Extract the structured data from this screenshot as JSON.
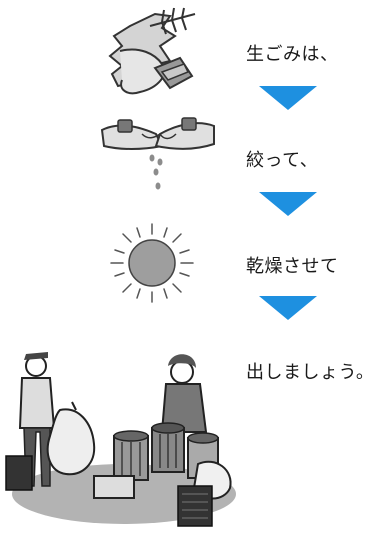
{
  "steps": [
    {
      "text": "生ごみは、",
      "illustration_icon": "fish-bones-trash-icon"
    },
    {
      "text": "絞って、",
      "illustration_icon": "hands-wringing-icon"
    },
    {
      "text": "乾燥させて",
      "illustration_icon": "sun-icon"
    },
    {
      "text": "出しましょう。",
      "illustration_icon": "garbage-collection-icon"
    }
  ],
  "colors": {
    "arrow": "#1e90e0",
    "ink": "#1a1a1a",
    "gray": "#8c8c8c",
    "light_gray": "#cfcfcf"
  }
}
